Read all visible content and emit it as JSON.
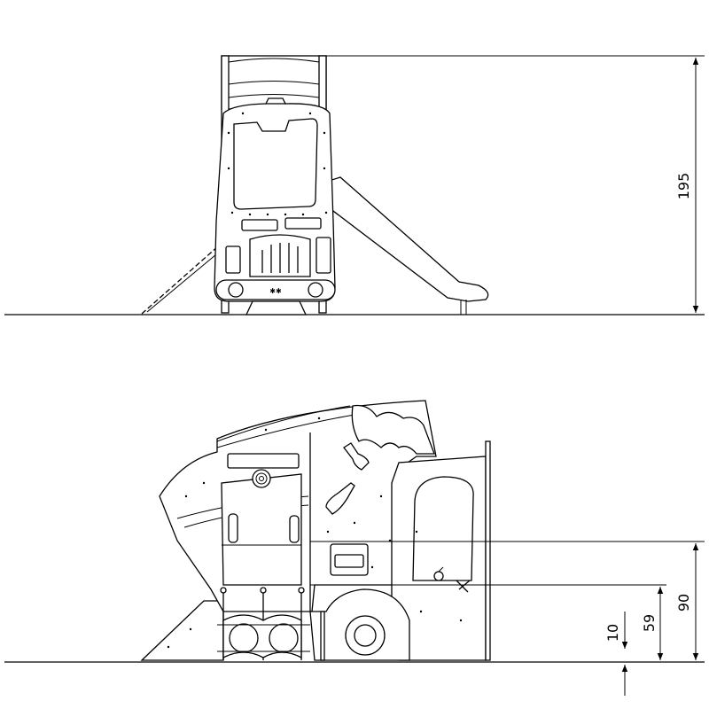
{
  "dimensions": {
    "front_height": "195",
    "side_top": "90",
    "side_mid": "59",
    "side_low": "10"
  }
}
